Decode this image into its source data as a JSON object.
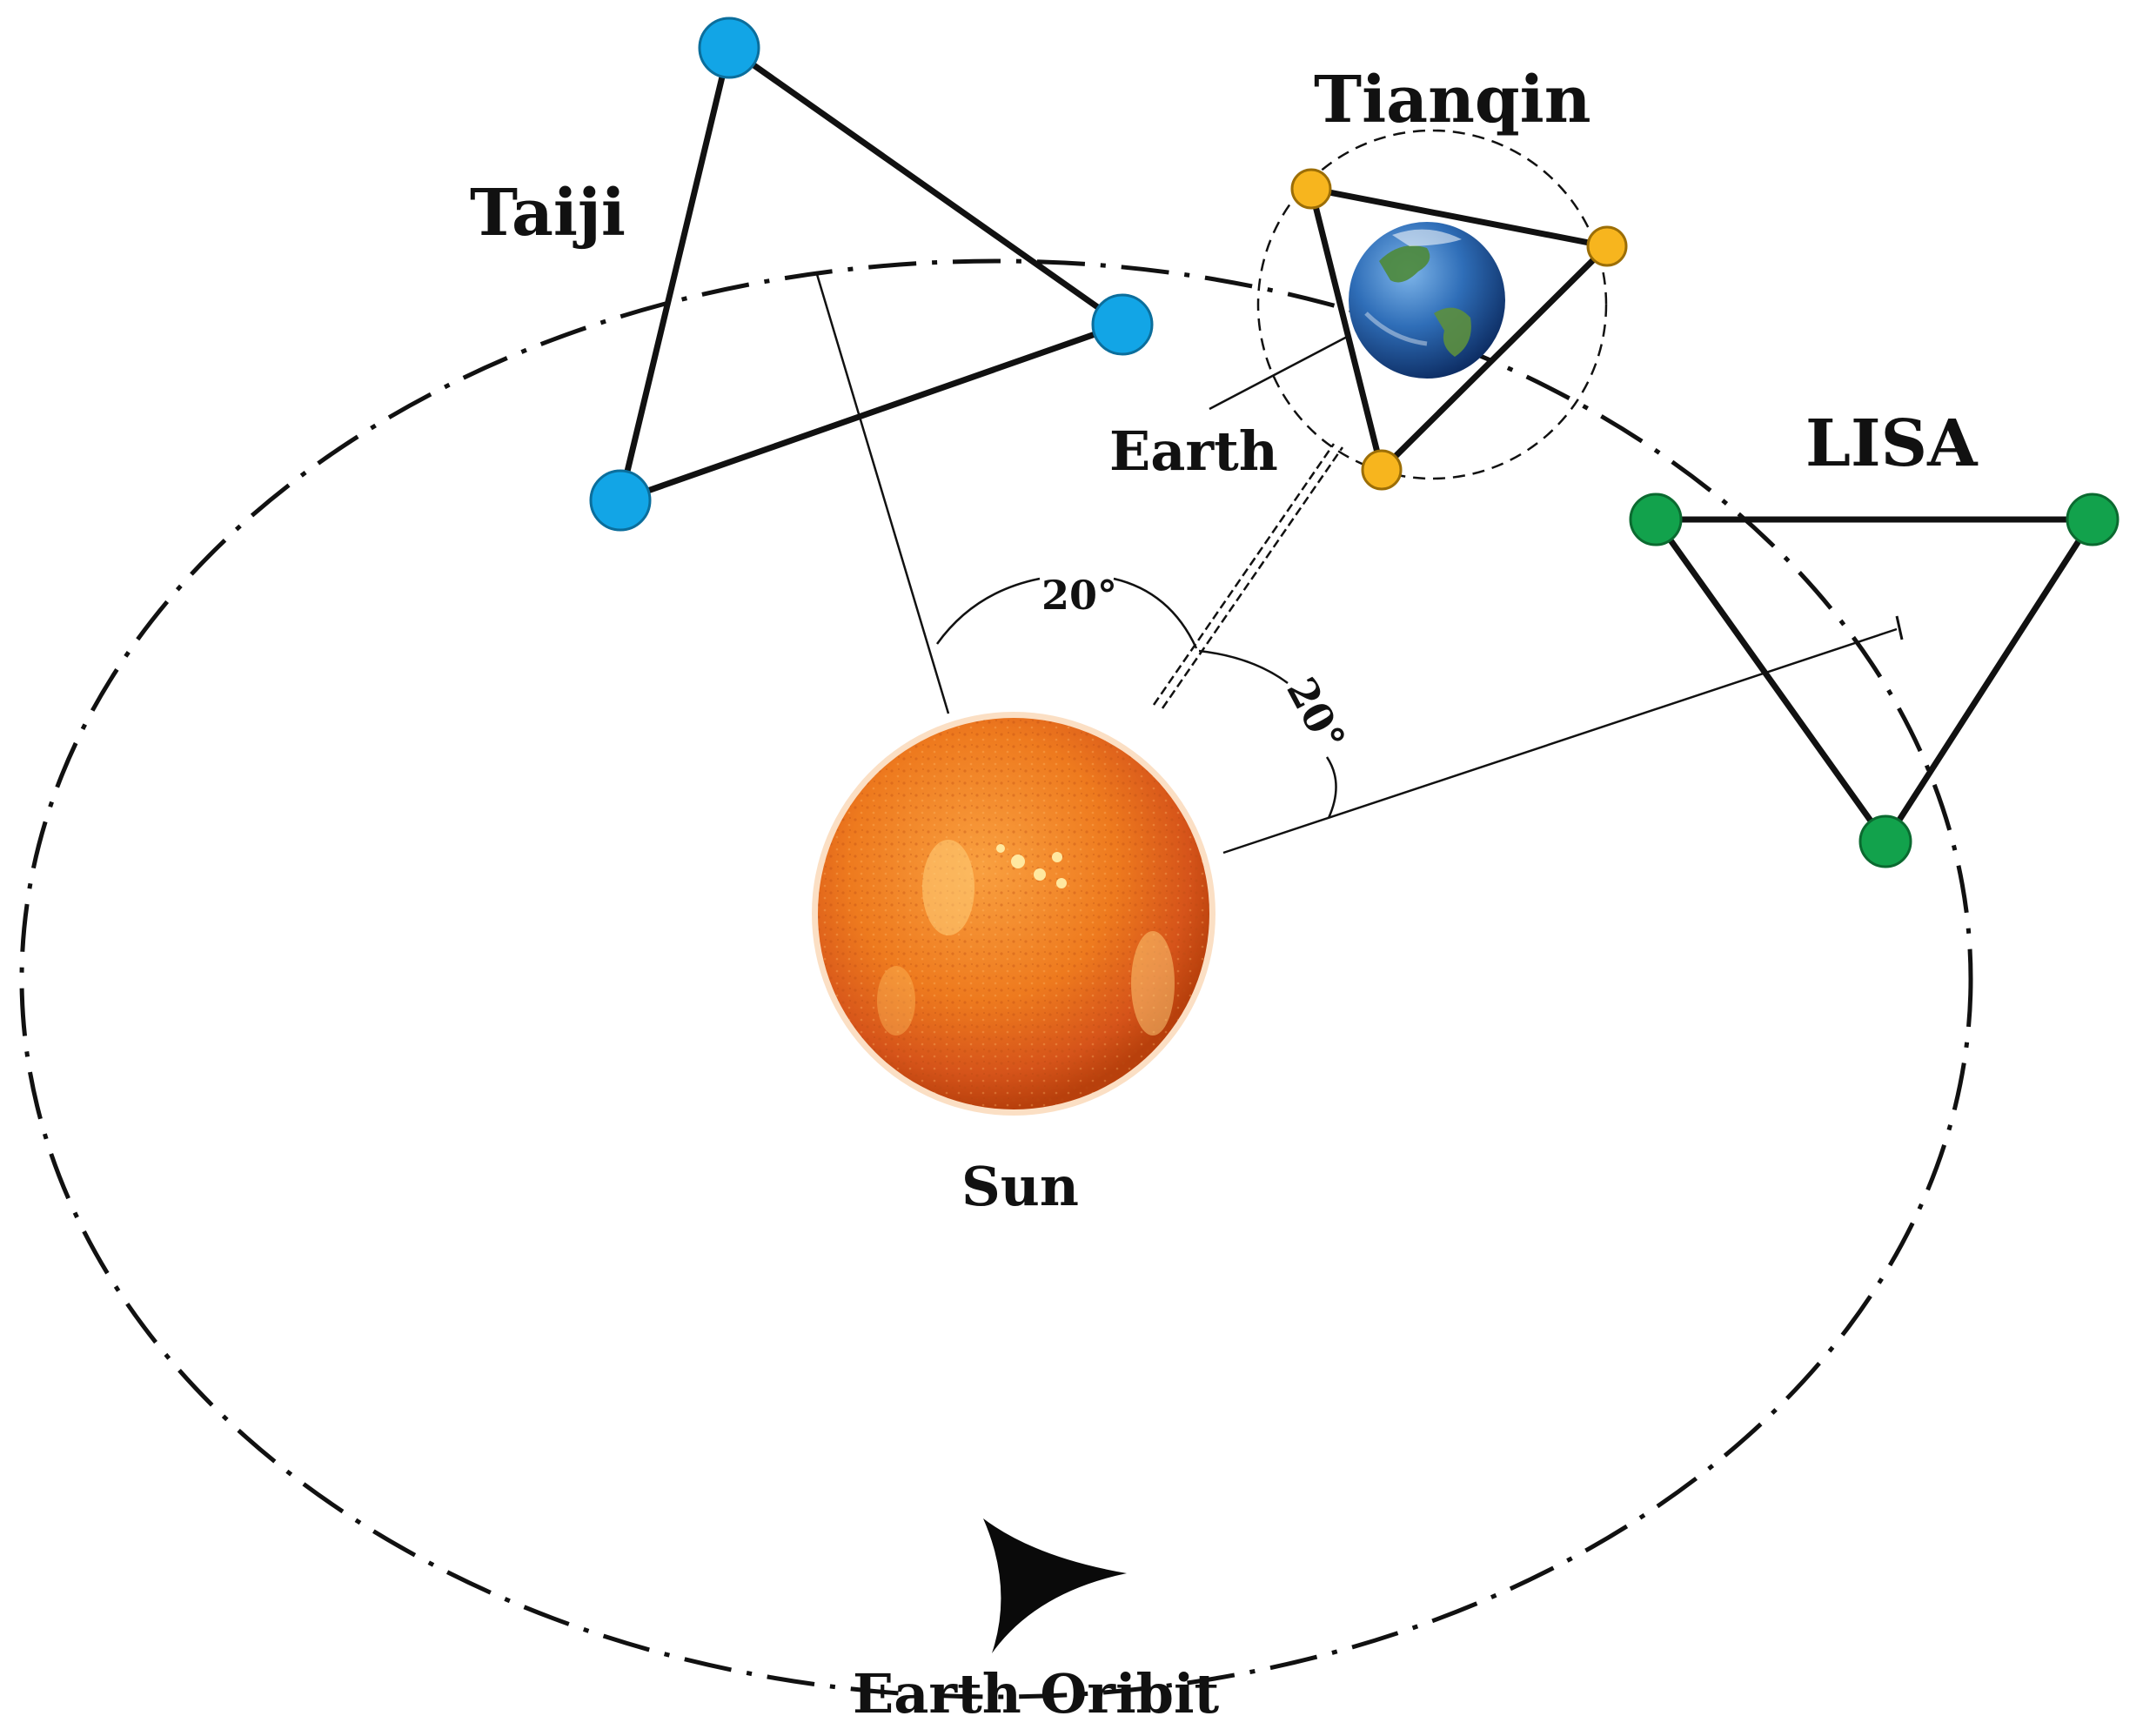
{
  "labels": {
    "taiji": "Taiji",
    "tianqin": "Tianqin",
    "lisa": "LISA",
    "earth": "Earth",
    "sun": "Sun",
    "orbit": "Earth Oribit",
    "angle_1": "20°",
    "angle_2": "20°"
  },
  "colors": {
    "taiji_node": "#12A5E6",
    "tianqin_node": "#F7B51E",
    "lisa_node": "#12A24C",
    "sun_core": "#F08020",
    "sun_edge": "#C73E08",
    "earth_ocean": "#2F6EB8",
    "line": "#111111"
  },
  "icons": {
    "sun": "sun-icon",
    "earth": "earth-icon",
    "orbit_arrow": "arrowhead-icon"
  }
}
